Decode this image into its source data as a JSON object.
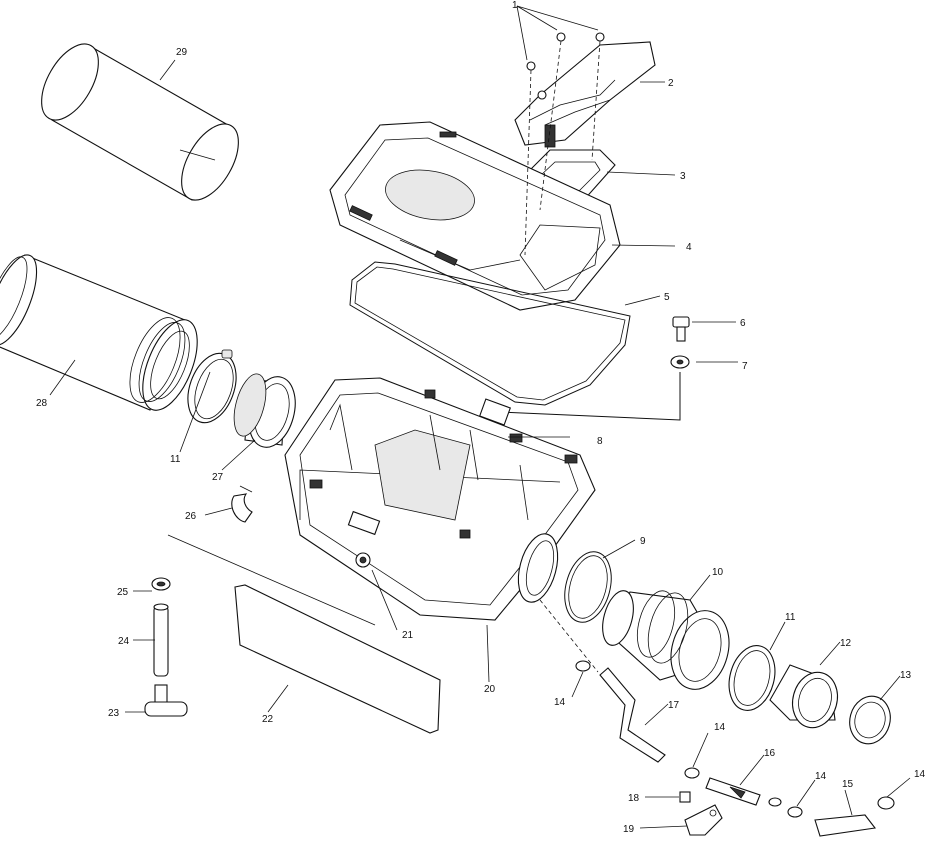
{
  "callouts": {
    "c1": "1",
    "c2": "2",
    "c3": "3",
    "c4": "4",
    "c5": "5",
    "c6": "6",
    "c7": "7",
    "c8": "8",
    "c9": "9",
    "c10": "10",
    "c11a": "11",
    "c11b": "11",
    "c12": "12",
    "c13": "13",
    "c14a": "14",
    "c14b": "14",
    "c14c": "14",
    "c14d": "14",
    "c15": "15",
    "c16": "16",
    "c17": "17",
    "c18": "18",
    "c19": "19",
    "c20": "20",
    "c21": "21",
    "c22": "22",
    "c23": "23",
    "c24": "24",
    "c25": "25",
    "c26": "26",
    "c27": "27",
    "c28": "28",
    "c29": "29"
  }
}
